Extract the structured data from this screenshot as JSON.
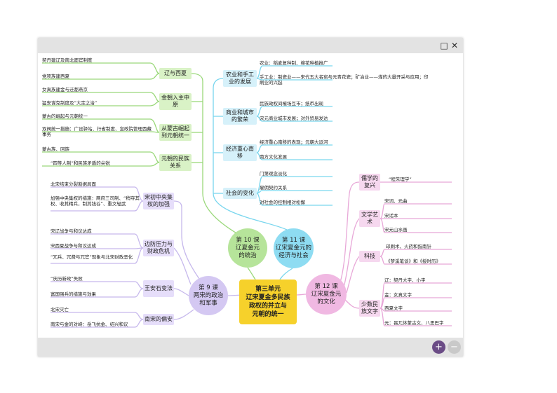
{
  "center": {
    "lines": [
      "第三单元",
      "辽宋夏金多民族",
      "政权的并立与",
      "元朝的统一"
    ]
  },
  "lessons": {
    "l9": [
      "第 9 课",
      "两宋的政治",
      "和军事"
    ],
    "l10": [
      "第 10 课",
      "辽夏金元",
      "的统治"
    ],
    "l11": [
      "第 11 课",
      "辽宋夏金元的",
      "经济与社会"
    ],
    "l12": [
      "第 12 课",
      "辽宋夏金元",
      "的文化"
    ]
  },
  "l10_branches": [
    {
      "title": "辽与西夏",
      "leaves": [
        "契丹建辽及南北面官制度",
        "党项族建西夏"
      ]
    },
    {
      "title": "金朝入主中原",
      "leaves": [
        "女真族建金与迁都燕京",
        "猛安谋克制度及“大定之治”"
      ]
    },
    {
      "title": "从蒙古崛起到元朝统一",
      "leaves": [
        "蒙古的崛起与元朝统一",
        "双阀统一措施：广设驿站、行省制度、宣政院管理西藏事务"
      ]
    },
    {
      "title": "元朝的民族关系",
      "leaves": [
        "蒙古族、回族",
        "“四等人制”和民族矛盾的尖锐"
      ]
    }
  ],
  "l9_branches": [
    {
      "title": "宋初中央集权的加强",
      "leaves": [
        "北宋结束分裂割据局面",
        "加强中央集权的措施：两府三司制、“稍夺其权、收其精兵，制其钱谷”、重文轻武"
      ]
    },
    {
      "title": "边防压力与财政危机",
      "leaves": [
        "宋辽战争与和议达成",
        "宋西夏战争与和议达成",
        "“冗兵、冗费与冗官”现象与北宋财政恶化"
      ]
    },
    {
      "title": "王安石变法",
      "leaves": [
        "“庆历新政”失败",
        "富国强兵的措施与效果"
      ]
    },
    {
      "title": "南宋的偏安",
      "leaves": [
        "北宋灭亡",
        "南宋与金的对峙：岳飞抗金、绍兴和议"
      ]
    }
  ],
  "l11_branches": [
    {
      "title": "农业和手工业的发展",
      "leaves": [
        "农业：稻麦复种制、棉花种植推广",
        "手工业：制瓷业——宋代五大名窑与元青花瓷；矿冶业——煤的大量开采与应用；印刷业的兴起"
      ]
    },
    {
      "title": "商业和城市的繁荣",
      "leaves": [
        "民族政权间榷场互市；纸币出现",
        "宋元商业城市发展；对外贸易发达"
      ]
    },
    {
      "title": "经济重心南移",
      "leaves": [
        "经济重心南移的表现；元朝大运河",
        "南方文化发展"
      ]
    },
    {
      "title": "社会的变化",
      "leaves": [
        "门第观念淡化",
        "雇佣契约关系",
        "对社会的控制相对松懈"
      ]
    }
  ],
  "l12_branches": [
    {
      "title": "儒学的复兴",
      "leaves": [
        "“程朱理学”"
      ]
    },
    {
      "title": "文学艺术",
      "leaves": [
        "宋词、元曲",
        "宋话本",
        "宋元山水画"
      ]
    },
    {
      "title": "科技",
      "leaves": [
        "印刷术、火药和指南针",
        "《梦溪笔谈》和《授时历》"
      ]
    },
    {
      "title": "少数民族文字",
      "leaves": [
        "辽：契丹大字、小字",
        "金：女真文字",
        "西夏文字",
        "元：畏兀体蒙古文、八思巴字"
      ]
    }
  ],
  "toolbar": {
    "restore_icon": "□",
    "close_icon": "✕",
    "zoom_in": "+",
    "zoom_out": "−"
  },
  "colors": {
    "green": "#9ad87a",
    "purple": "#c6b8ec",
    "blue": "#79d6ee",
    "pink": "#e8a8d8",
    "center": "#f6d12b",
    "box_green": "#d9f2c6",
    "box_purple": "#e6defa",
    "box_blue": "#d6f1fa",
    "box_pink": "#f6d8ef"
  }
}
